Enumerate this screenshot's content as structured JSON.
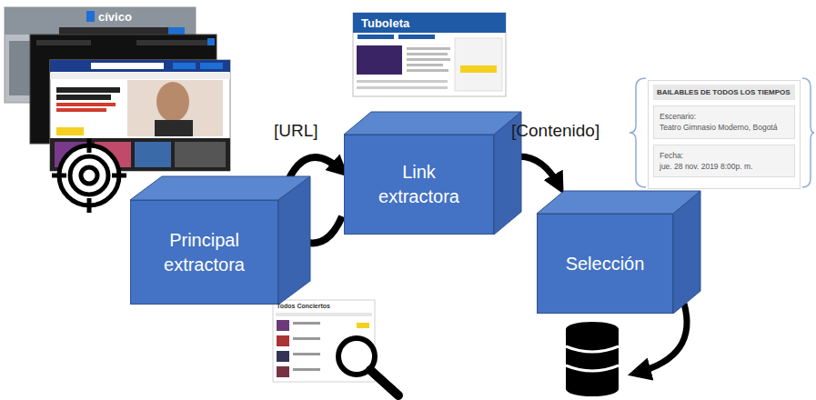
{
  "diagram": {
    "nodes": [
      {
        "text": [
          "Principal extractora"
        ]
      },
      {
        "text": [
          "Link extractora"
        ]
      },
      {
        "text": [
          "Selección"
        ]
      },
      {
        "text": [
          "BAILABLES DE TODOS LOS TIEMPOS"
        ]
      },
      {
        "text": [
          "Escenario:",
          "Teatro Gimnasio Moderno, Bogotá"
        ],
        "in": 3
      },
      {
        "text": [
          "Fecha:",
          "jue. 28 nov. 2019 8:00p. m."
        ],
        "in": 3
      }
    ],
    "edges": [
      {
        "from": 0,
        "to": 1,
        "label": "[URL]",
        "arrow": "both"
      },
      {
        "from": 1,
        "to": 2,
        "label": "[Contenido]",
        "arrow": "to"
      }
    ],
    "labels": [
      "cívico",
      "Tuboleta",
      "Todos Conciertos"
    ]
  }
}
